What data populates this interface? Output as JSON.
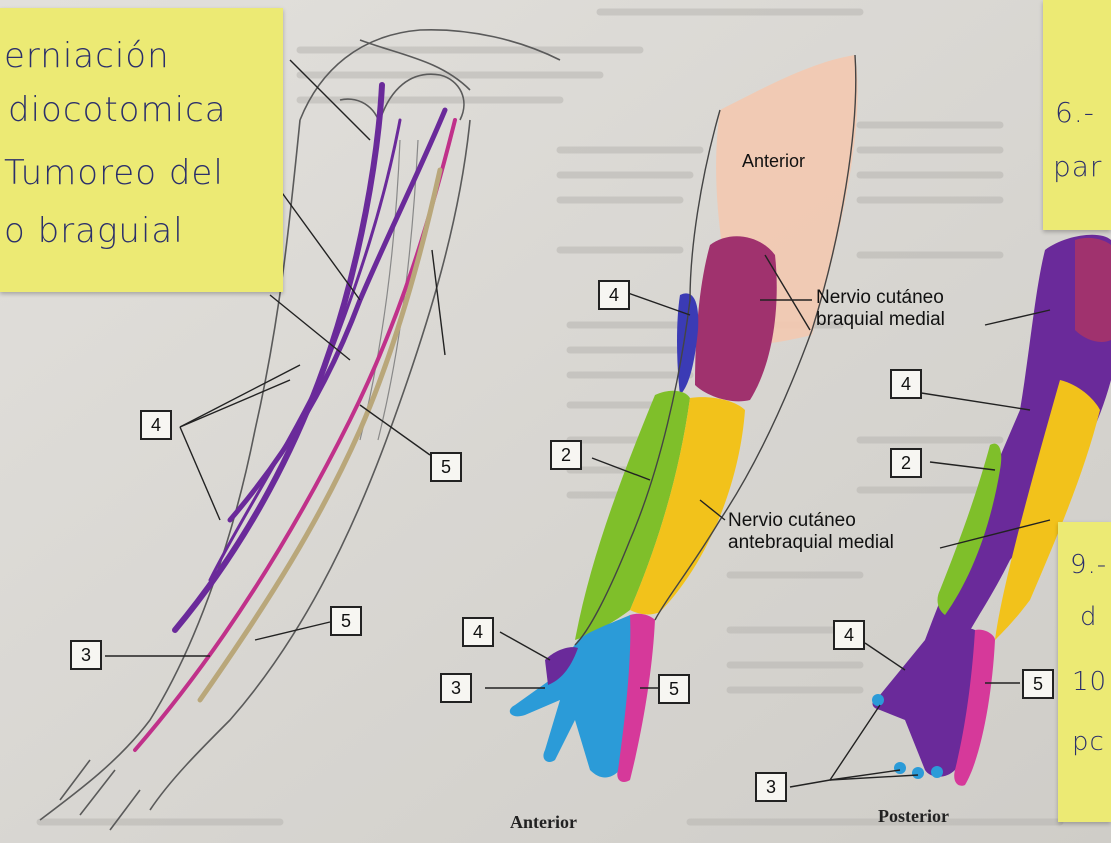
{
  "sticky_notes": {
    "left": [
      "erniación",
      "diocotomica",
      "Tumoreo del",
      "o braguial"
    ],
    "top_right": [
      "6.-",
      "par"
    ],
    "bottom_right": [
      "9.-",
      "d",
      "10",
      "pc"
    ]
  },
  "labels": {
    "nervio_braquial": [
      "Nervio cutáneo",
      "braquial medial"
    ],
    "nervio_antebraquial": [
      "Nervio cutáneo",
      "antebraquial medial"
    ],
    "anterior_upper": "Anterior",
    "caption_anterior": "Anterior",
    "caption_posterior": "Posterior"
  },
  "number_boxes": {
    "left_4": "4",
    "left_5a": "5",
    "left_5b": "5",
    "left_3": "3",
    "mid_4_upper": "4",
    "mid_2": "2",
    "mid_4_hand": "4",
    "mid_3_hand": "3",
    "mid_5_hand": "5",
    "right_4_upper": "4",
    "right_2": "2",
    "right_4_hand": "4",
    "right_5_hand": "5",
    "right_3_hand": "3"
  },
  "colors": {
    "sticky": "#ecea74",
    "purple": "#6a2a9a",
    "magenta": "#c0318a",
    "green": "#7fbf2a",
    "yellow": "#f2c21b",
    "blue": "#2b9bd8",
    "peach": "#f3c9b0",
    "tan": "#b9a77a"
  }
}
